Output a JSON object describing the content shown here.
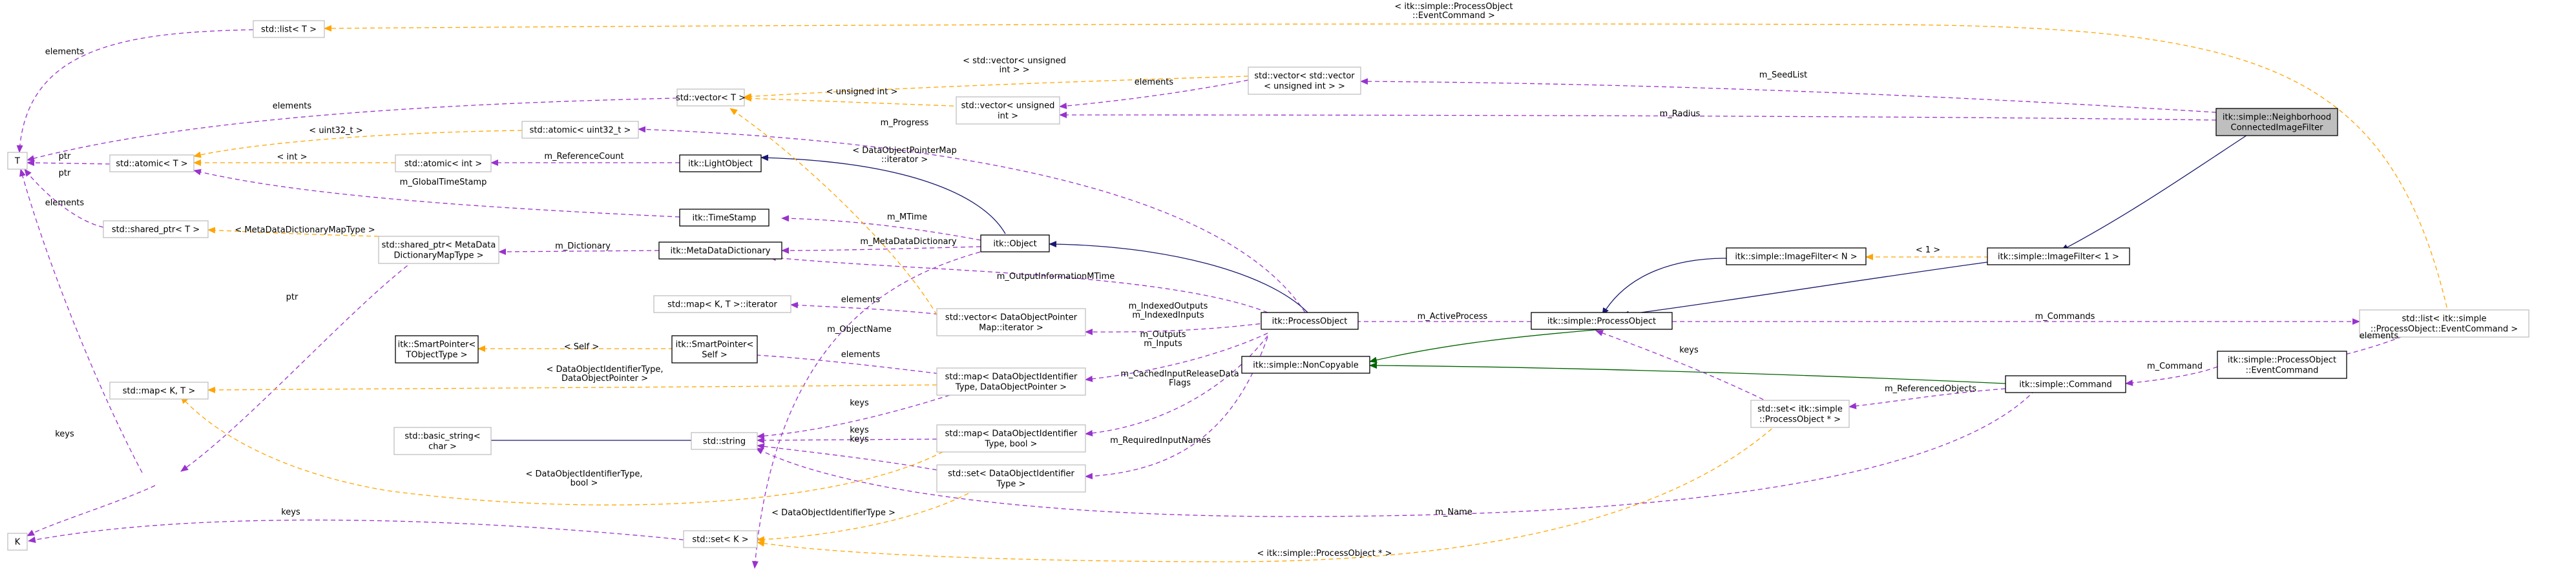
{
  "colors": {
    "usage": "#9a32cd",
    "template": "#ffa500",
    "public_inheritance": "#191970",
    "private_inheritance": "#006400",
    "border_plain": "#bfbfbf",
    "border_solid": "#000000",
    "focus_fill": "#bfbfbf"
  },
  "nodes": {
    "T": "T",
    "K": "K",
    "std_list_T": "std::list< T >",
    "std_vector_T": "std::vector< T >",
    "std_atomic_uint32": "std::atomic< uint32_t >",
    "std_atomic_T": "std::atomic< T >",
    "std_atomic_int": "std::atomic< int >",
    "std_vector_vector": [
      "std::vector< std::vector",
      "< unsigned int > >"
    ],
    "std_vector_unsigned": [
      "std::vector< unsigned",
      "int >"
    ],
    "itk_LightObject": "itk::LightObject",
    "itk_TimeStamp": "itk::TimeStamp",
    "std_shared_ptr_T": "std::shared_ptr< T >",
    "std_shared_ptr_mdd": [
      "std::shared_ptr< MetaData",
      "DictionaryMapType >"
    ],
    "itk_MetaDataDictionary": "itk::MetaDataDictionary",
    "itk_Object": "itk::Object",
    "std_map_iterator": "std::map< K, T >::iterator",
    "std_vector_dopm": [
      "std::vector< DataObjectPointer",
      "Map::iterator >"
    ],
    "itk_SmartPointer_TObject": [
      "itk::SmartPointer<",
      "TObjectType >"
    ],
    "itk_SmartPointer_Self": [
      "itk::SmartPointer<",
      "Self >"
    ],
    "std_map_KT": "std::map< K, T >",
    "std_map_doi": [
      "std::map< DataObjectIdentifier",
      "Type, DataObjectPointer >"
    ],
    "std_basic_string": [
      "std::basic_string<",
      "char >"
    ],
    "std_string": "std::string",
    "std_map_doi_bool": [
      "std::map< DataObjectIdentifier",
      "Type, bool >"
    ],
    "std_set_doi": [
      "std::set< DataObjectIdentifier",
      "Type >"
    ],
    "std_set_K": "std::set< K >",
    "itk_ProcessObject": "itk::ProcessObject",
    "itk_simple_NonCopyable": "itk::simple::NonCopyable",
    "itk_simple_ImageFilterN": "itk::simple::ImageFilter< N >",
    "itk_simple_ProcessObject": "itk::simple::ProcessObject",
    "itk_simple_ImageFilter1": "itk::simple::ImageFilter< 1 >",
    "itk_simple_NCIF": [
      "itk::simple::Neighborhood",
      "ConnectedImageFilter"
    ],
    "std_set_pobj": [
      "std::set< itk::simple",
      "::ProcessObject * >"
    ],
    "itk_simple_Command": "itk::simple::Command",
    "std_list_ec": [
      "std::list< itk::simple",
      "::ProcessObject::EventCommand >"
    ],
    "itk_simple_PO_EventCommand": [
      "itk::simple::ProcessObject",
      "::EventCommand"
    ]
  },
  "labels": {
    "list_top": [
      "< itk::simple::ProcessObject",
      "::EventCommand >"
    ],
    "elements": "elements",
    "ptr": "ptr",
    "keys": "keys",
    "uint_vec": [
      "< std::vector< unsigned",
      "int > >"
    ],
    "lt_unsigned_int": "< unsigned int >",
    "lt_uint32": "< uint32_t >",
    "lt_int": "< int >",
    "m_SeedList": "m_SeedList",
    "m_Radius": "m_Radius",
    "m_Progress": "m_Progress",
    "m_ReferenceCount": "m_ReferenceCount",
    "dopm_iter": [
      "< DataObjectPointerMap",
      "::iterator >"
    ],
    "m_GlobalTimeStamp": "m_GlobalTimeStamp",
    "m_MTime": "m_MTime",
    "m_MetaDataDictionary": "m_MetaDataDictionary",
    "mdd_type": "< MetaDataDictionaryMapType >",
    "m_Dictionary": "m_Dictionary",
    "m_OutputInformationMTime": "m_OutputInformationMTime",
    "lt_1": "< 1 >",
    "m_IndexedIO": [
      "m_IndexedOutputs",
      "m_IndexedInputs"
    ],
    "m_ObjectName": "m_ObjectName",
    "m_ActiveProcess": "m_ActiveProcess",
    "m_Commands": "m_Commands",
    "lt_self": "< Self >",
    "m_OutputsInputs": [
      "m_Outputs",
      "m_Inputs"
    ],
    "doi_dop": [
      "< DataObjectIdentifierType,",
      "DataObjectPointer >"
    ],
    "m_CachedInput": [
      "m_CachedInputReleaseData",
      "Flags"
    ],
    "m_Command": "m_Command",
    "m_ReferencedObjects": "m_ReferencedObjects",
    "m_RequiredInputNames": "m_RequiredInputNames",
    "doi_bool": [
      "< DataObjectIdentifierType,",
      "bool >"
    ],
    "m_Name": "m_Name",
    "lt_doi": "< DataObjectIdentifierType >",
    "lt_pobj": "< itk::simple::ProcessObject * >"
  }
}
